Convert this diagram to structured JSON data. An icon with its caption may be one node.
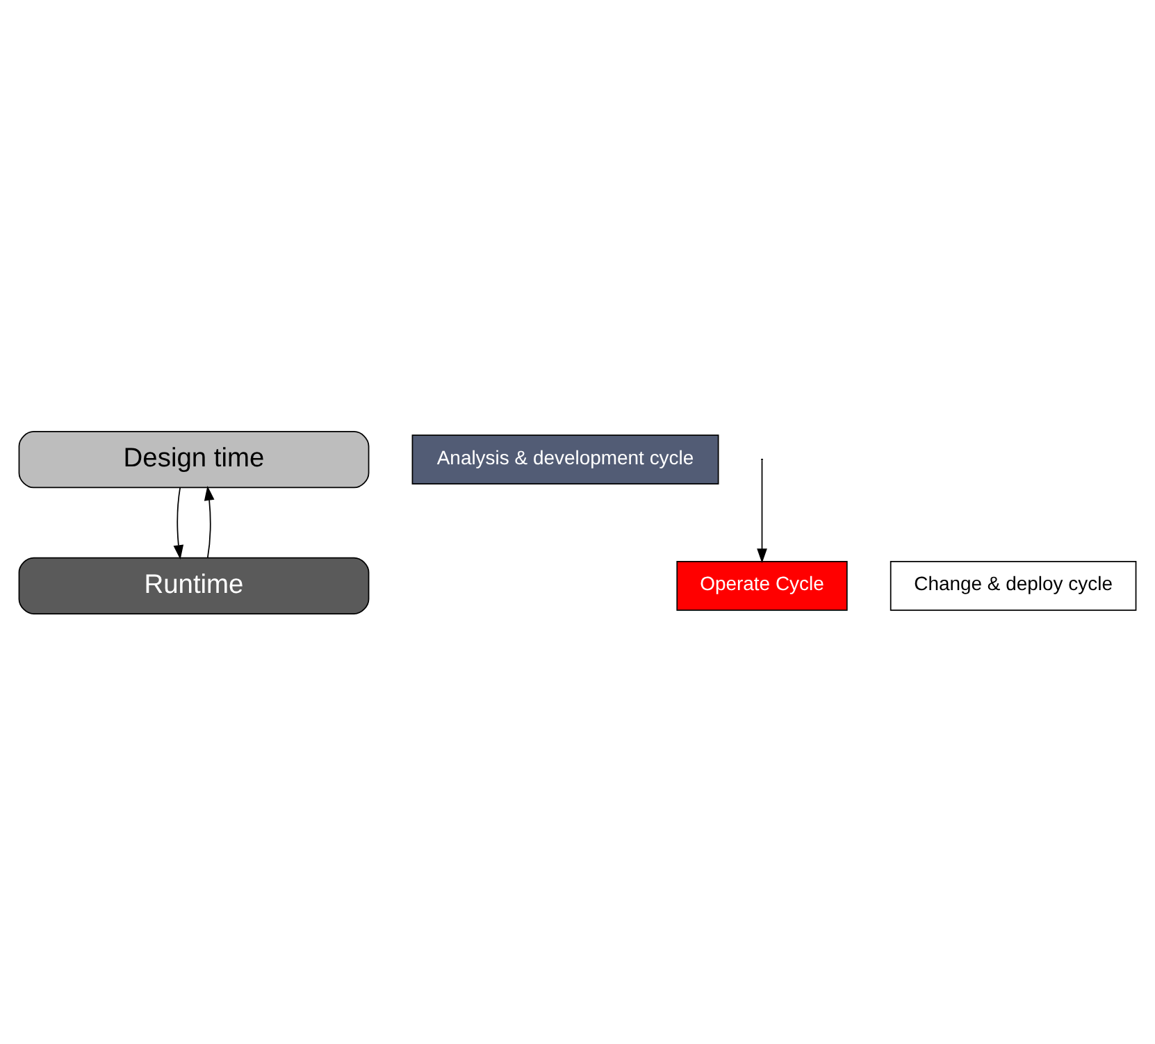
{
  "diagram": {
    "nodes": [
      {
        "text": [
          "Design time"
        ]
      },
      {
        "text": [
          "Runtime"
        ]
      },
      {
        "text": [
          "Analysis & development cycle"
        ]
      },
      {
        "text": [
          "Operate Cycle"
        ]
      },
      {
        "text": [
          "Change & deploy cycle"
        ]
      }
    ],
    "edges": [
      {
        "from": 0,
        "to": 1,
        "arrow": "to"
      },
      {
        "from": 1,
        "to": 0,
        "arrow": "to"
      },
      {
        "from": null,
        "to": 3,
        "arrow": "to"
      }
    ]
  }
}
